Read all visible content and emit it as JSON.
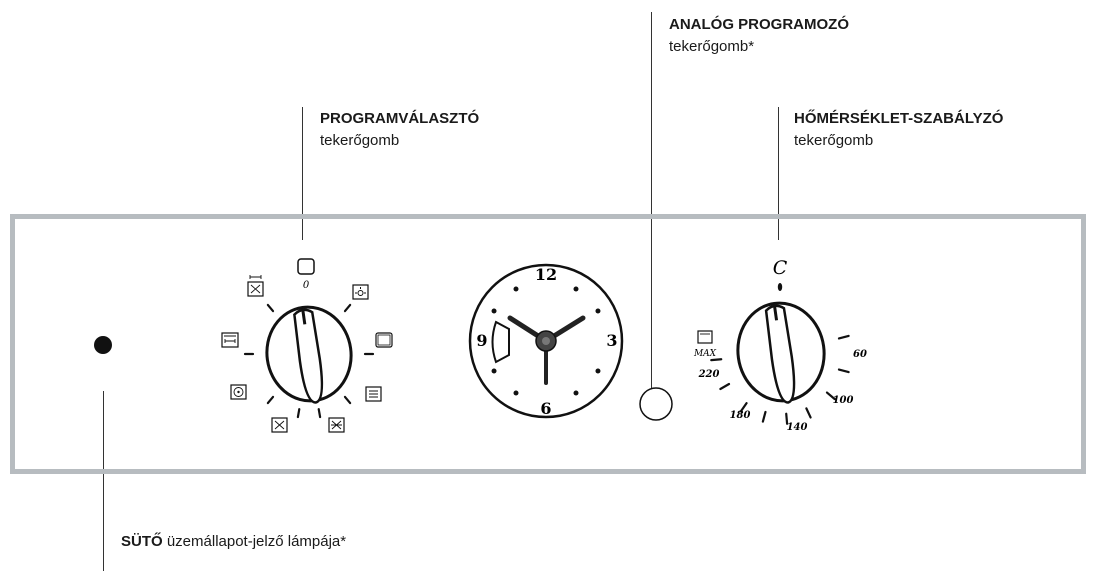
{
  "labels": {
    "analog": {
      "title": "ANALÓG PROGRAMOZÓ",
      "sub": "tekerőgomb*"
    },
    "program": {
      "title": "PROGRAMVÁLASZTÓ",
      "sub": "tekerőgomb"
    },
    "temp": {
      "title": "HŐMÉRSÉKLET-SZABÁLYZÓ",
      "sub": "tekerőgomb"
    },
    "lamp": {
      "title": "SÜTŐ",
      "sub": "üzemállapot-jelző lámpája*"
    }
  },
  "program_knob": {
    "zero": "0"
  },
  "clock": {
    "n12": "12",
    "n3": "3",
    "n6": "6",
    "n9": "9"
  },
  "temp_knob": {
    "c": "C",
    "max": "MAX",
    "t60": "60",
    "t100": "100",
    "t140": "140",
    "t180": "180",
    "t220": "220"
  },
  "colors": {
    "panel_border": "#b7bcc0",
    "ink": "#1a1a1a"
  }
}
